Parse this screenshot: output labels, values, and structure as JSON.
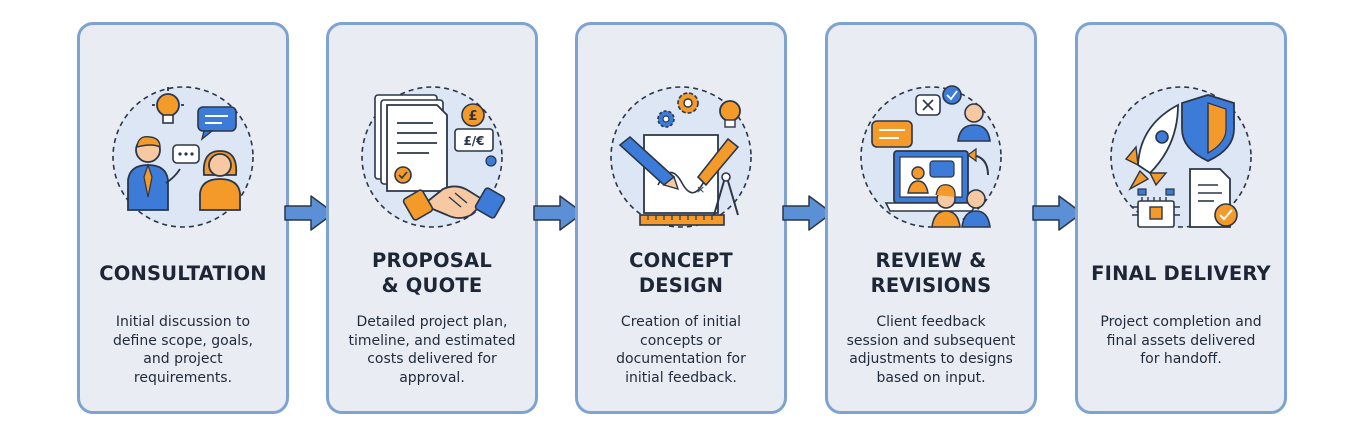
{
  "colors": {
    "card_bg": "#e9edf3",
    "card_border": "#7fa3d1",
    "arrow": "#5b8fd6",
    "accent_orange": "#f39a2b",
    "accent_blue": "#3d7bd9",
    "outline": "#2b3647"
  },
  "steps": [
    {
      "title": "CONSULTATION",
      "description": "Initial discussion to\ndefine scope, goals,\nand project\nrequirements.",
      "icon": "people-meeting-icon"
    },
    {
      "title": "PROPOSAL\n& QUOTE",
      "description": "Detailed project plan,\ntimeline, and estimated\ncosts delivered for\napproval.",
      "icon": "document-handshake-icon",
      "icon_text": [
        "£",
        "£/€"
      ]
    },
    {
      "title": "CONCEPT\nDESIGN",
      "description": "Creation of initial\nconcepts or\ndocumentation for\ninitial feedback.",
      "icon": "pencil-blueprint-icon"
    },
    {
      "title": "REVIEW &\nREVISIONS",
      "description": "Client feedback\nsession and subsequent\nadjustments to designs\nbased on input.",
      "icon": "feedback-laptop-icon"
    },
    {
      "title": "FINAL DELIVERY",
      "description": "Project completion and\nfinal assets delivered\nfor handoff.",
      "icon": "rocket-shield-icon"
    }
  ],
  "connectors": [
    "arrow-right-icon",
    "arrow-right-icon",
    "arrow-right-icon",
    "arrow-right-icon"
  ]
}
